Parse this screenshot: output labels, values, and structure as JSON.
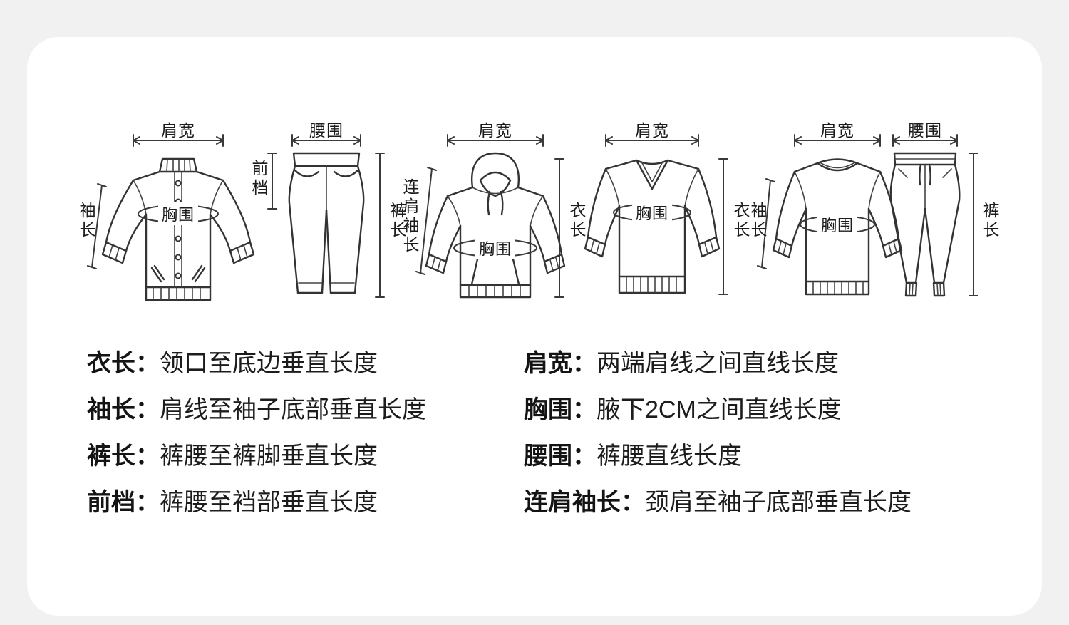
{
  "colors": {
    "page_background": "#f1f1f1",
    "card_background": "#ffffff",
    "line": "#333333",
    "text": "#111111"
  },
  "measurement_labels": {
    "shoulder_width": "肩宽",
    "waist": "腰围",
    "chest": "胸围",
    "sleeve_length": "袖长",
    "front_rise": "前档",
    "pants_length": "裤长",
    "garment_length": "衣长",
    "raglan_sleeve_length": "连肩袖长"
  },
  "glossary": {
    "left": [
      {
        "term": "衣长：",
        "definition": "领口至底边垂直长度"
      },
      {
        "term": "袖长：",
        "definition": "肩线至袖子底部垂直长度"
      },
      {
        "term": "裤长：",
        "definition": "裤腰至裤脚垂直长度"
      },
      {
        "term": "前档：",
        "definition": "裤腰至裆部垂直长度"
      }
    ],
    "right": [
      {
        "term": "肩宽：",
        "definition": "两端肩线之间直线长度"
      },
      {
        "term": "胸围：",
        "definition": "腋下2CM之间直线长度"
      },
      {
        "term": "腰围：",
        "definition": "裤腰直线长度"
      },
      {
        "term": "连肩袖长：",
        "definition": "颈肩至袖子底部垂直长度"
      }
    ]
  }
}
